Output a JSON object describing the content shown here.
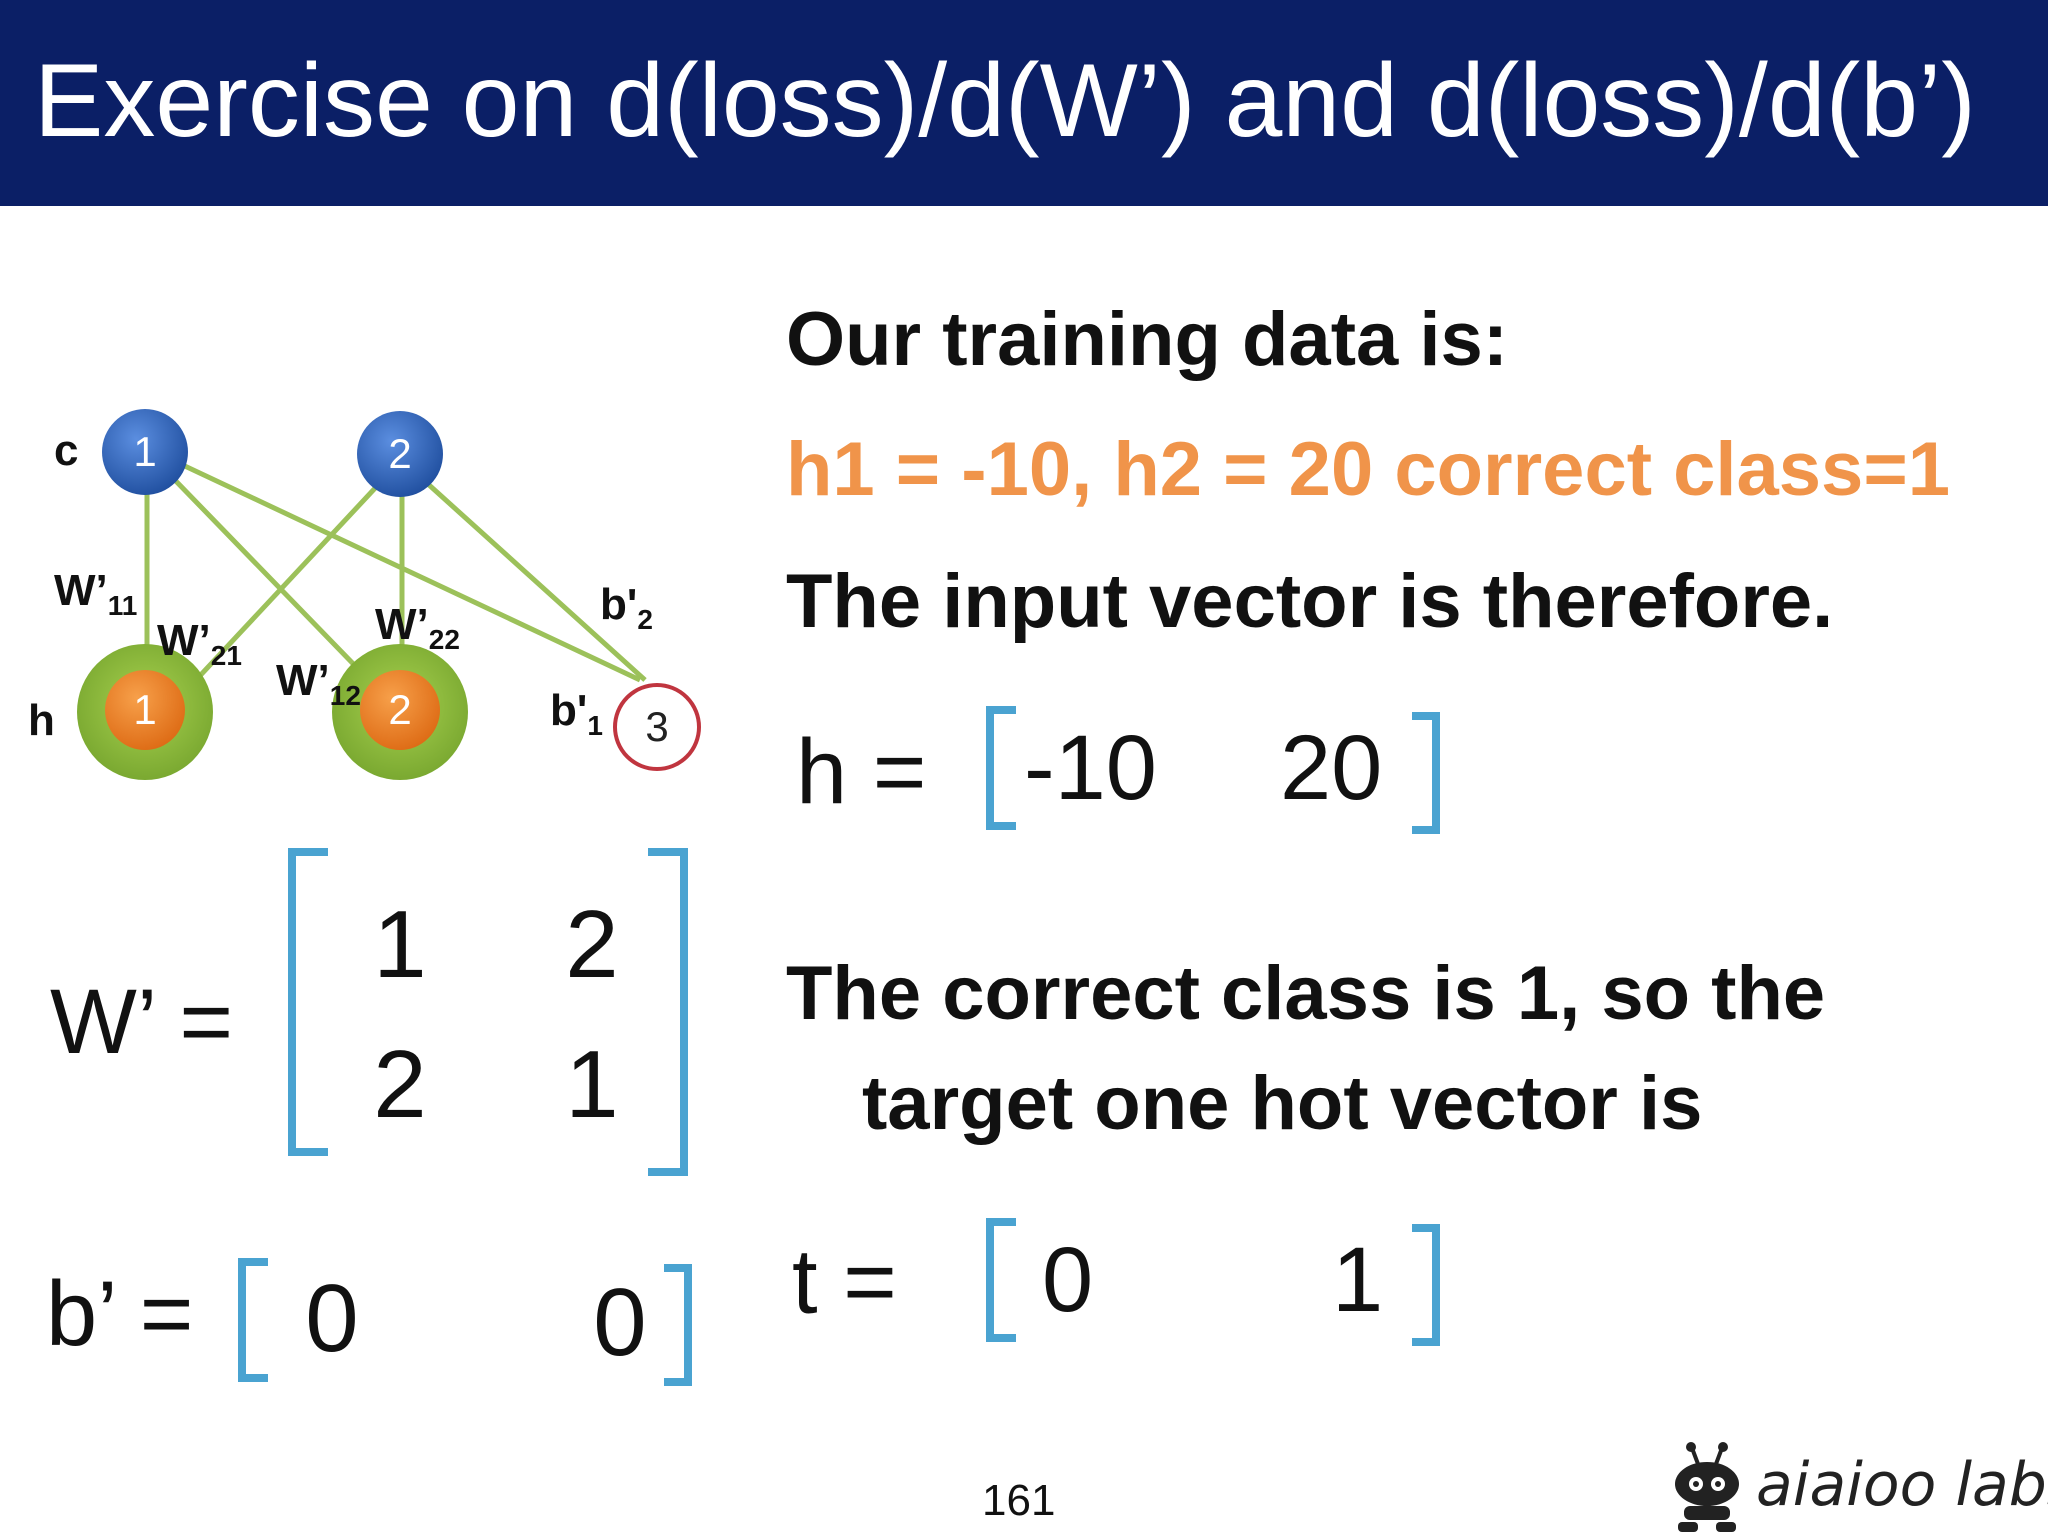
{
  "title": "Exercise on d(loss)/d(W’) and d(loss)/d(b’)",
  "diagram": {
    "label_c": "c",
    "label_h": "h",
    "top_nodes": [
      "1",
      "2"
    ],
    "bottom_nodes": [
      "1",
      "2"
    ],
    "bias_node": "3",
    "w11_base": "W’",
    "w11_sub": "11",
    "w21_base": "W’",
    "w21_sub": "21",
    "w12_base": "W’",
    "w12_sub": "12",
    "w22_base": "W’",
    "w22_sub": "22",
    "b2_base": "b'",
    "b2_sub": "2",
    "b1_base": "b'",
    "b1_sub": "1",
    "colors": {
      "top_node": "#2f62b8",
      "bottom_outer": "#8bbd3a",
      "bottom_inner": "#ec7a1e",
      "edge": "#9cc15a",
      "bias_ring": "#c0353f"
    }
  },
  "w_matrix": {
    "label": "W’ =",
    "rows": [
      [
        "1",
        "2"
      ],
      [
        "2",
        "1"
      ]
    ]
  },
  "b_vector": {
    "label": "b’ =",
    "values": [
      "0",
      "0"
    ]
  },
  "right": {
    "line1": "Our training data is:",
    "line2": "h1 = -10, h2 = 20  correct class=1",
    "line3": "The input vector is therefore.",
    "h_label": "h =",
    "h_values": [
      "-10",
      "20"
    ],
    "line4a": "The correct class is 1, so the",
    "line4b": "target one hot vector is",
    "t_label": "t =",
    "t_values": [
      "0",
      "1"
    ]
  },
  "page_number": "161",
  "logo_text": "aiaioo labs",
  "colors": {
    "title_bar": "#0b1f66",
    "bracket": "#4aa3d1",
    "highlight": "#f0944a"
  }
}
